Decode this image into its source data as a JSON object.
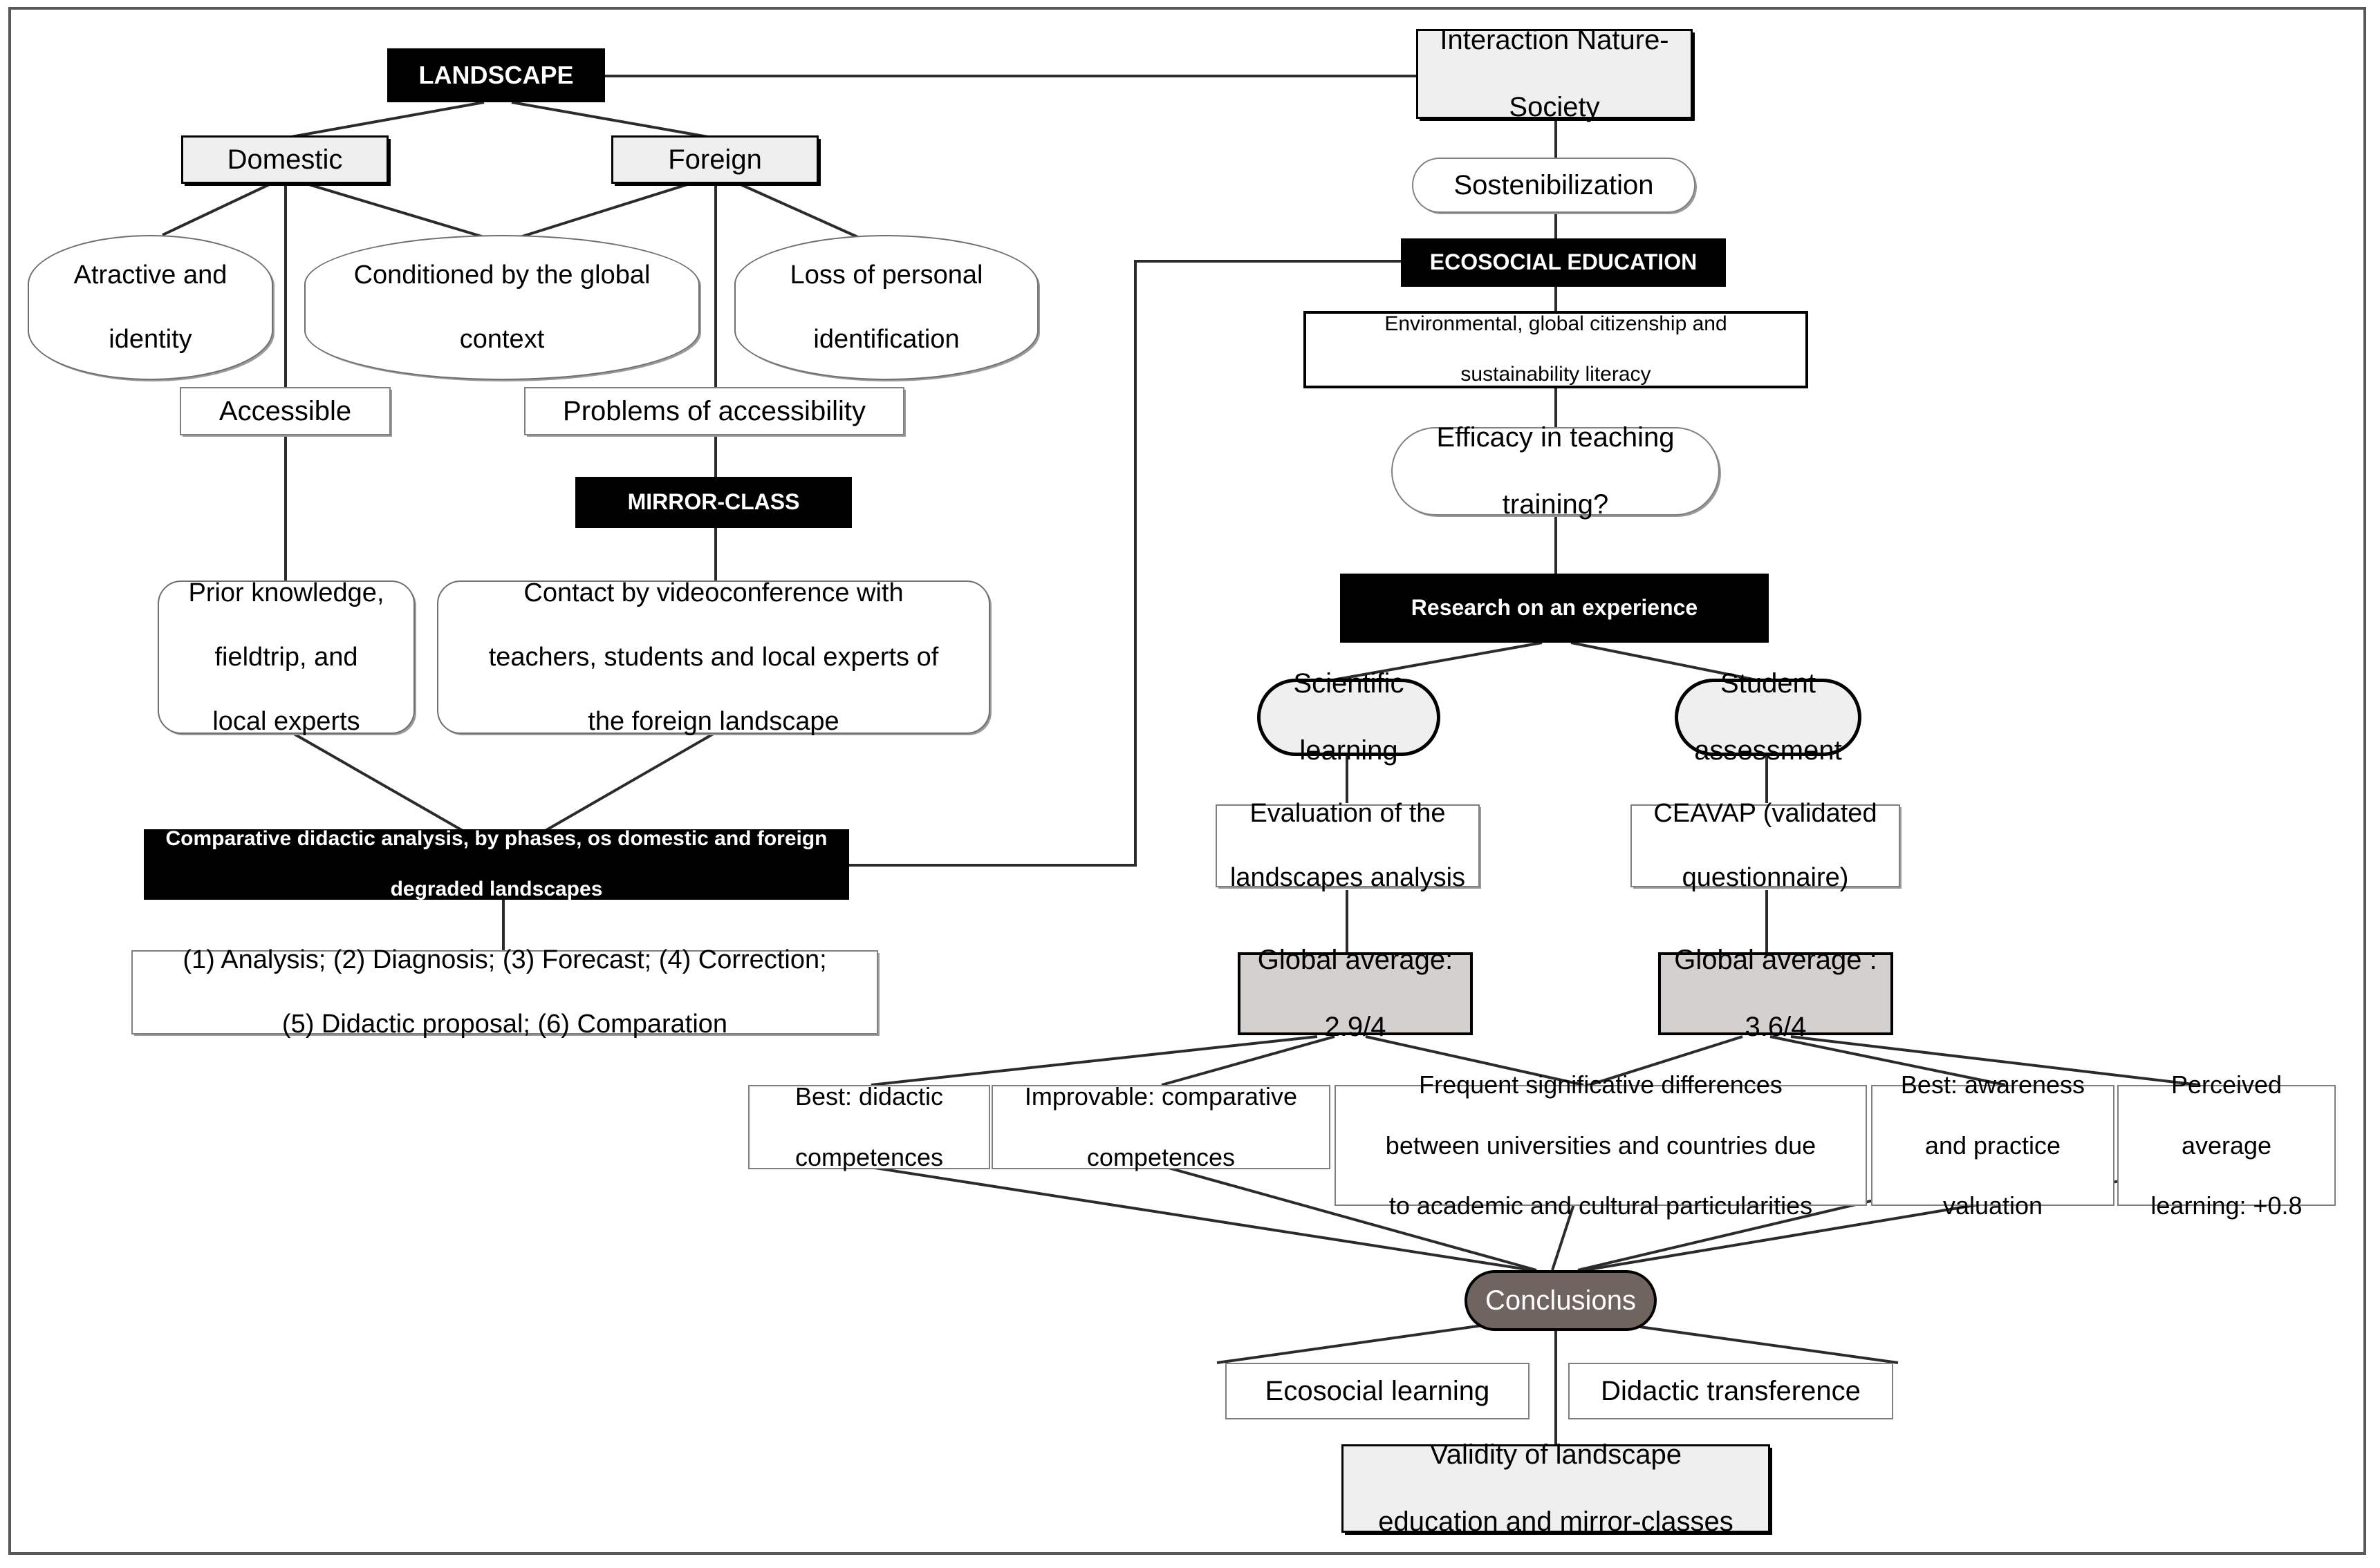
{
  "diagram": {
    "title": "Landscape education and mirror-class research flow diagram",
    "colors": {
      "black_node": "#000000",
      "grey_node": "#efefef",
      "result_node": "#d4d0cd",
      "conclusions_node": "#6f6460",
      "frame_border": "#595959",
      "line": "#2b2b2b"
    },
    "nodes": {
      "landscape": "LANDSCAPE",
      "domestic": "Domestic",
      "foreign": "Foreign",
      "atractive_identity": "Atractive and identity",
      "conditioned_global": "Conditioned by the global context",
      "loss_personal": "Loss of personal identification",
      "accessible": "Accessible",
      "problems_accessibility": "Problems of accessibility",
      "mirror_class": "MIRROR-CLASS",
      "prior_knowledge": "Prior knowledge, fieldtrip, and local experts",
      "contact_videoconference": "Contact by videoconference with teachers, students and local experts of the foreign landscape",
      "comparative_analysis": "Comparative didactic analysis, by phases, os domestic and foreign degraded landscapes",
      "phases_list": "(1) Analysis; (2) Diagnosis; (3) Forecast; (4) Correction; (5) Didactic proposal; (6) Comparation",
      "interaction_nature_society": "Interaction Nature-Society",
      "sostenibilization": "Sostenibilization",
      "ecosocial_education": "ECOSOCIAL EDUCATION",
      "literacy": "Environmental, global  citizenship  and sustainability   literacy",
      "efficacy_question": "Efficacy in teaching training?",
      "research_experience": "Research on an experience",
      "scientific_learning": "Scientific learning",
      "student_assessment": "Student assessment",
      "evaluation_landscapes": "Evaluation of the landscapes analysis",
      "ceavap": "CEAVAP (validated questionnaire)",
      "global_average_left": "Global average: 2.9/4",
      "global_average_right": "Global average : 3.6/4",
      "best_didactic": "Best: didactic competences",
      "improvable_comparative": "Improvable: comparative competences",
      "frequent_differences": "Frequent significative differences between universities and countries due to academic and cultural particularities",
      "best_awareness": "Best: awareness and practice valuation",
      "perceived_average": "Perceived average learning: +0.8",
      "conclusions": "Conclusions",
      "ecosocial_learning": "Ecosocial learning",
      "didactic_transference": "Didactic transference",
      "validity": "Validity of landscape education and mirror-classes"
    },
    "lines": {
      "landscape_l1": "LANDSCAPE",
      "mirror_l1": "MIRROR-CLASS",
      "ecosocial_l1": "ECOSOCIAL EDUCATION",
      "research_l1": "Research on an experience",
      "interaction_l1": "Interaction Nature-",
      "interaction_l2": "Society",
      "atractive_l1": "Atractive and",
      "atractive_l2": "identity",
      "conditioned_l1": "Conditioned by the global",
      "conditioned_l2": "context",
      "loss_l1": "Loss of personal",
      "loss_l2": "identification",
      "prior_l1": "Prior knowledge,",
      "prior_l2": "fieldtrip, and",
      "prior_l3": "local experts",
      "contact_l1": "Contact by videoconference with",
      "contact_l2": "teachers, students and local experts of",
      "contact_l3": "the foreign landscape",
      "comparative_l1": "Comparative didactic  analysis,  by phases,  os domestic  and foreign",
      "comparative_l2": "degraded landscapes",
      "phases_l1": "(1) Analysis; (2) Diagnosis; (3) Forecast; (4) Correction;",
      "phases_l2": "(5) Didactic proposal; (6) Comparation",
      "literacy_l1": "Environmental, global  citizenship  and",
      "literacy_l2": "sustainability   literacy",
      "efficacy_l1": "Efficacy in teaching",
      "efficacy_l2": "training?",
      "scientific_l1": "Scientific",
      "scientific_l2": "learning",
      "student_l1": "Student",
      "student_l2": "assessment",
      "evaluation_l1": "Evaluation of the",
      "evaluation_l2": "landscapes analysis",
      "ceavap_l1": "CEAVAP (validated",
      "ceavap_l2": "questionnaire)",
      "gal_l1": "Global average:",
      "gal_l2": "2.9/4",
      "gar_l1": "Global average :",
      "gar_l2": "3.6/4",
      "best_did_l1": "Best: didactic",
      "best_did_l2": "competences",
      "improv_l1": "Improvable: comparative",
      "improv_l2": "competences",
      "freq_l1": "Frequent significative differences",
      "freq_l2": "between universities and countries due",
      "freq_l3": "to academic and cultural particularities",
      "bestaw_l1": "Best: awareness",
      "bestaw_l2": "and practice",
      "bestaw_l3": "valuation",
      "perc_l1": "Perceived",
      "perc_l2": "average",
      "perc_l3": "learning: +0.8",
      "validity_l1": "Validity of landscape",
      "validity_l2": "education and mirror-classes"
    }
  }
}
